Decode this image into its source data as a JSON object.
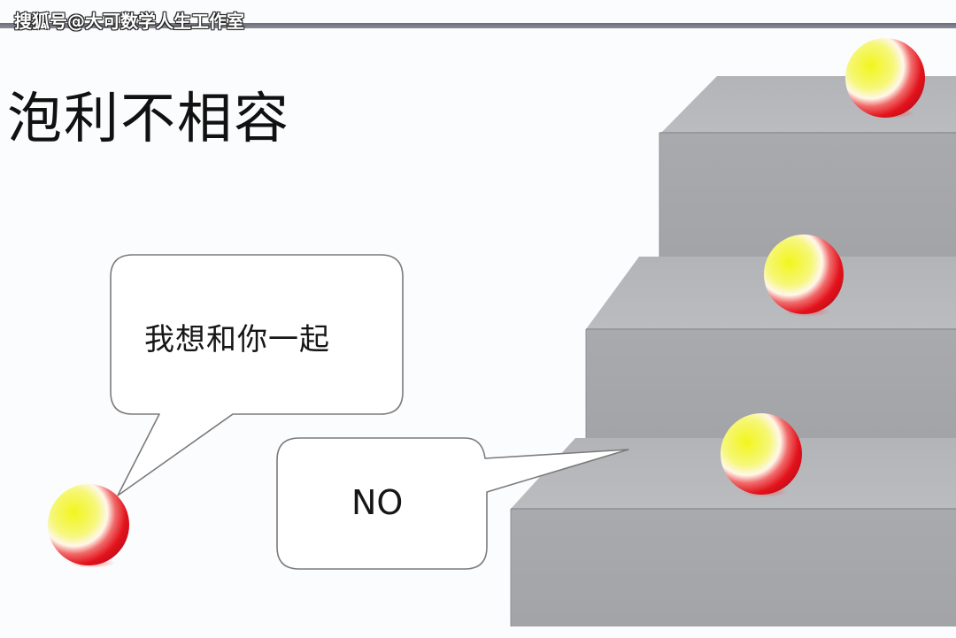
{
  "watermark": "搜狐号@大可数学人生工作室",
  "title": "泡利不相容",
  "bubbles": [
    {
      "id": "left",
      "text": "我想和你一起"
    },
    {
      "id": "right",
      "text": "NO"
    }
  ],
  "scene": {
    "staircase_steps": 3,
    "balls": [
      {
        "position": "top-step",
        "colors": [
          "#f4f52a",
          "#ffffff",
          "#e3101c"
        ]
      },
      {
        "position": "middle-step",
        "colors": [
          "#f4f52a",
          "#ffffff",
          "#e3101c"
        ]
      },
      {
        "position": "bottom-step",
        "colors": [
          "#f4f52a",
          "#ffffff",
          "#e3101c"
        ]
      },
      {
        "position": "floor-left",
        "colors": [
          "#f4f52a",
          "#ffffff",
          "#e3101c"
        ]
      }
    ],
    "colors": {
      "stair_top_face": "#b7b8bc",
      "stair_front_face": "#a6a7ab",
      "bar": "#77787f",
      "background": "#fbfcfd"
    }
  }
}
